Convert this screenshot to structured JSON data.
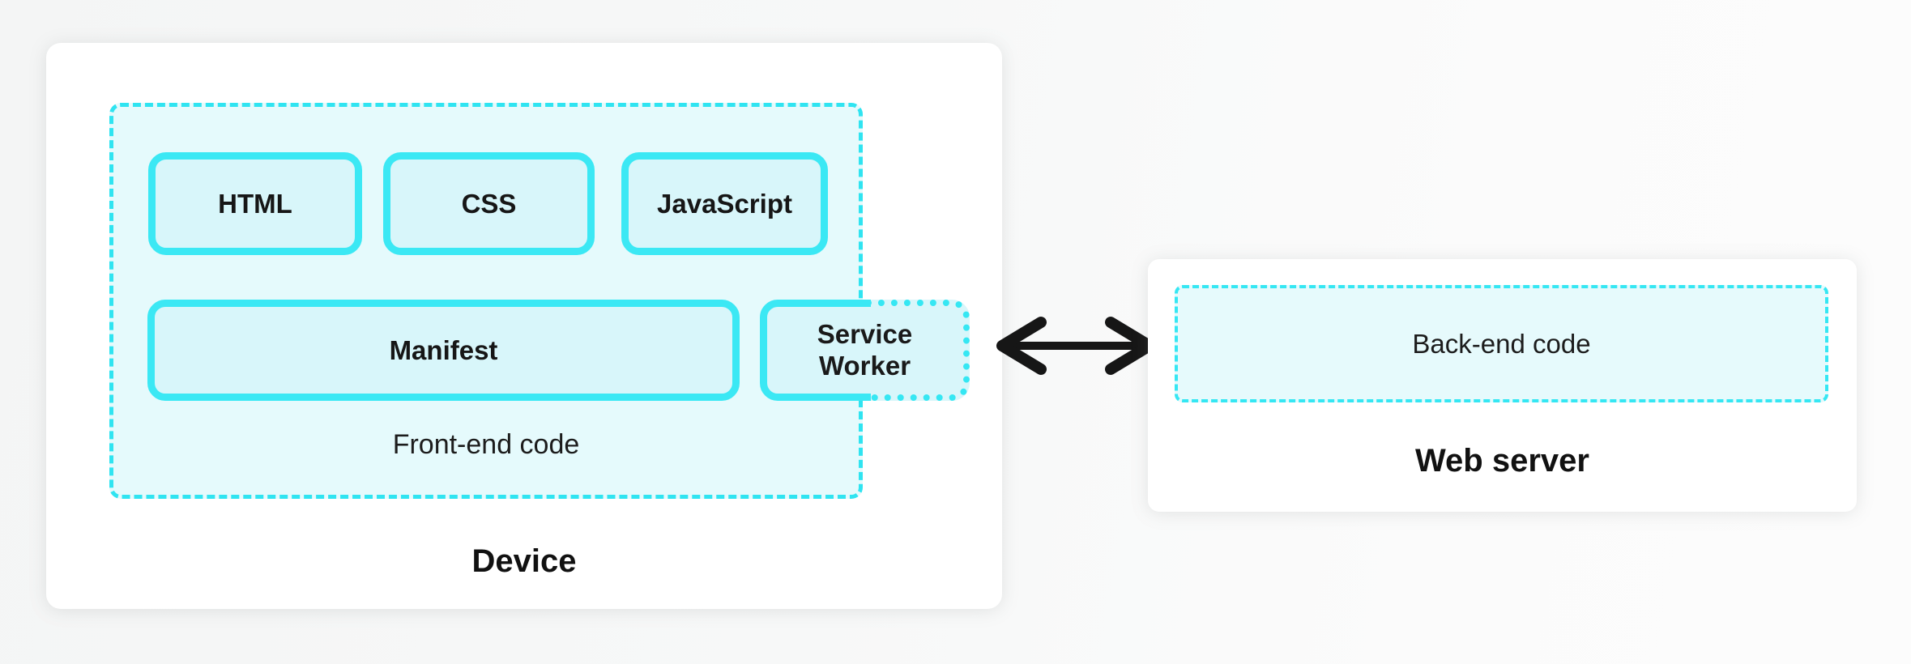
{
  "device_card": {
    "title": "Device",
    "frontend": {
      "label": "Front-end code",
      "boxes": {
        "html": "HTML",
        "css": "CSS",
        "javascript": "JavaScript",
        "manifest": "Manifest",
        "service_worker": "Service Worker"
      }
    }
  },
  "server_card": {
    "title": "Web server",
    "backend_label": "Back-end code"
  },
  "icons": {
    "connection": "bidirectional-arrow"
  },
  "colors": {
    "accent_cyan": "#35e7f3",
    "group_fill": "#e5fafc",
    "box_fill": "#d8f6fa",
    "arrow_black": "#161616",
    "card_white": "#ffffff",
    "page_background": "#f7f8f8"
  }
}
